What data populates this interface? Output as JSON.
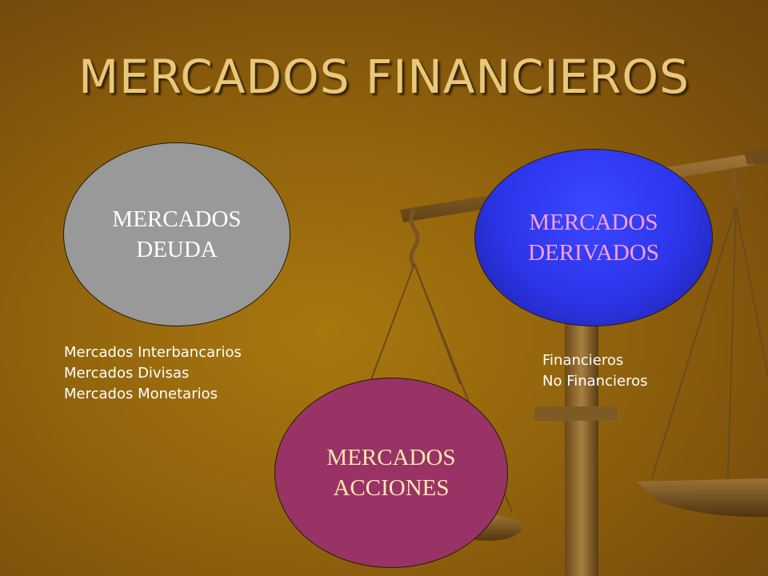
{
  "title": "MERCADOS FINANCIEROS",
  "nodes": {
    "deuda": {
      "line1": "MERCADOS",
      "line2": "DEUDA"
    },
    "derivados": {
      "line1": "MERCADOS",
      "line2": "DERIVADOS"
    },
    "acciones": {
      "line1": "MERCADOS",
      "line2": "ACCIONES"
    }
  },
  "lists": {
    "deuda": [
      "Mercados Interbancarios",
      "Mercados Divisas",
      "Mercados Monetarios"
    ],
    "derivados": [
      "Financieros",
      "No Financieros"
    ]
  },
  "colors": {
    "title": "#e8c87a",
    "deuda_fill": "#999999",
    "derivados_fill": "#2c35ea",
    "acciones_fill": "#993366",
    "derivados_text": "#ff9ee0",
    "acciones_text": "#fbe6b0"
  }
}
